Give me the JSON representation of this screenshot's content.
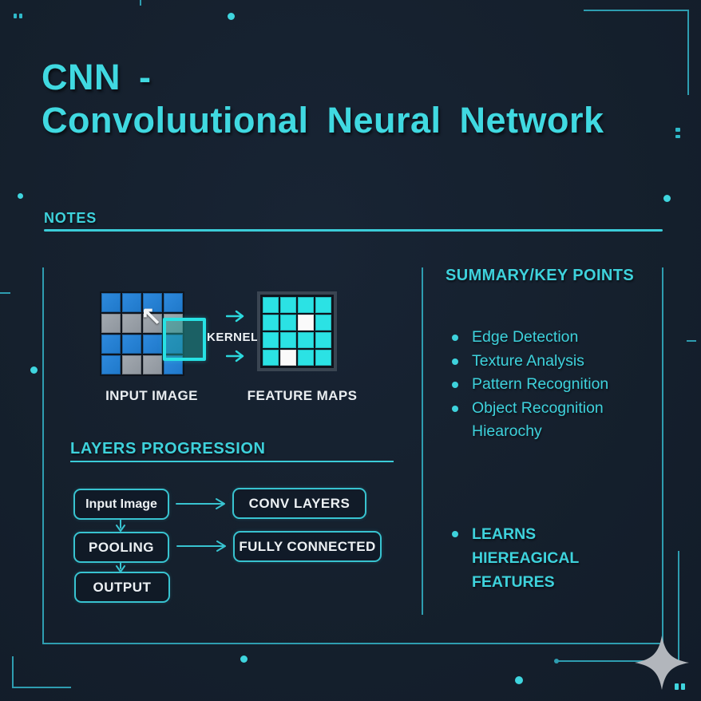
{
  "title": {
    "line1": "CNN -",
    "line2": "Convoluutional Neural Network"
  },
  "notes_heading": "NOTES",
  "demo": {
    "input_label": "INPUT IMAGE",
    "kernel_label": "KERNEL",
    "feature_label": "FEATURE MAPS",
    "input_grid": [
      [
        "blue",
        "blue",
        "blue",
        "blue"
      ],
      [
        "gray",
        "gray",
        "gray",
        "gray"
      ],
      [
        "blue",
        "blue",
        "blue",
        "blue"
      ],
      [
        "blue",
        "gray",
        "gray",
        "blue"
      ]
    ],
    "feature_grid": [
      [
        "cyan",
        "cyan",
        "cyan",
        "cyan"
      ],
      [
        "cyan",
        "cyan",
        "white",
        "cyan"
      ],
      [
        "cyan",
        "cyan",
        "cyan",
        "cyan"
      ],
      [
        "cyan",
        "white",
        "cyan",
        "cyan"
      ]
    ]
  },
  "layers": {
    "heading": "LAYERS PROGRESSION",
    "input_box": "Input Image",
    "conv_box": "CONV LAYERS",
    "pooling_box": "POOLING",
    "fully_box": "FULLY CONNECTED",
    "output_box": "OUTPUT"
  },
  "summary": {
    "heading": "SUMMARY/KEY POINTS",
    "bullets": [
      "Edge Detection",
      "Texture Analysis",
      "Pattern Recognition",
      "Object Recognition Hiearochy"
    ],
    "emphasis": "LEARNS HIEREAGICAL FEATURES"
  },
  "colors": {
    "background": "#15202d",
    "accent_cyan": "#3ed2dc",
    "line_teal": "#2e9db0",
    "cell_blue": "#2480d3",
    "cell_gray": "#9aa1a8",
    "cell_cyan": "#2be2e4",
    "cell_white": "#fafafa",
    "kernel_border": "#27e2e4",
    "text_white": "#edf1f4",
    "star_gray": "#b2b6bc"
  }
}
